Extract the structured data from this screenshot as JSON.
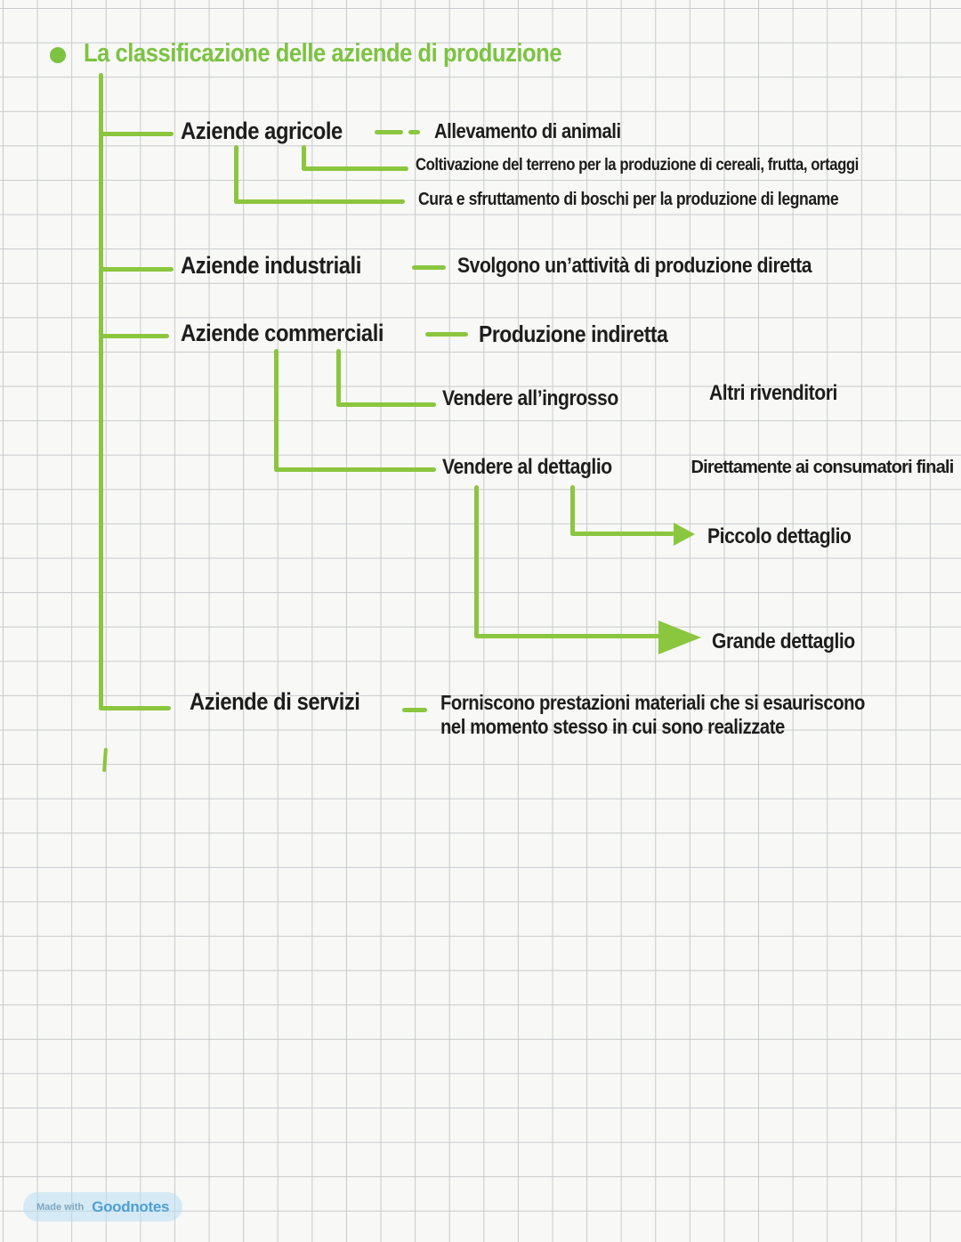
{
  "title": {
    "text": "La classificazione delle aziende di produzione"
  },
  "tree": {
    "agricole": {
      "label": "Aziende agricole",
      "note": "Allevamento di animali",
      "sub_coltivazione": "Coltivazione del terreno per la produzione di cereali, frutta, ortaggi",
      "sub_cura": "Cura e sfruttamento di boschi per la produzione di legname"
    },
    "industriali": {
      "label": "Aziende industriali",
      "note": "Svolgono un’attività di produzione diretta"
    },
    "commerciali": {
      "label": "Aziende commerciali",
      "note": "Produzione indiretta",
      "ingrosso": {
        "label": "Vendere all’ingrosso",
        "note": "Altri rivenditori"
      },
      "dettaglio": {
        "label": "Vendere al dettaglio",
        "note": "Direttamente ai consumatori finali",
        "piccolo": "Piccolo dettaglio",
        "grande": "Grande dettaglio"
      }
    },
    "servizi": {
      "label": "Aziende di servizi",
      "note_line1": "Forniscono prestazioni materiali che si esauriscono",
      "note_line2": "nel momento stesso in cui sono realizzate"
    }
  },
  "watermark": {
    "prefix": "Made with",
    "brand": "Goodnotes"
  },
  "colors": {
    "accent_green": "#8bc63f",
    "title_green": "#7cc342",
    "ink": "#1d1d1d",
    "watermark_blue": "#4f9fd4",
    "grid_line": "#c7cacd",
    "paper": "#f8f8f6"
  }
}
